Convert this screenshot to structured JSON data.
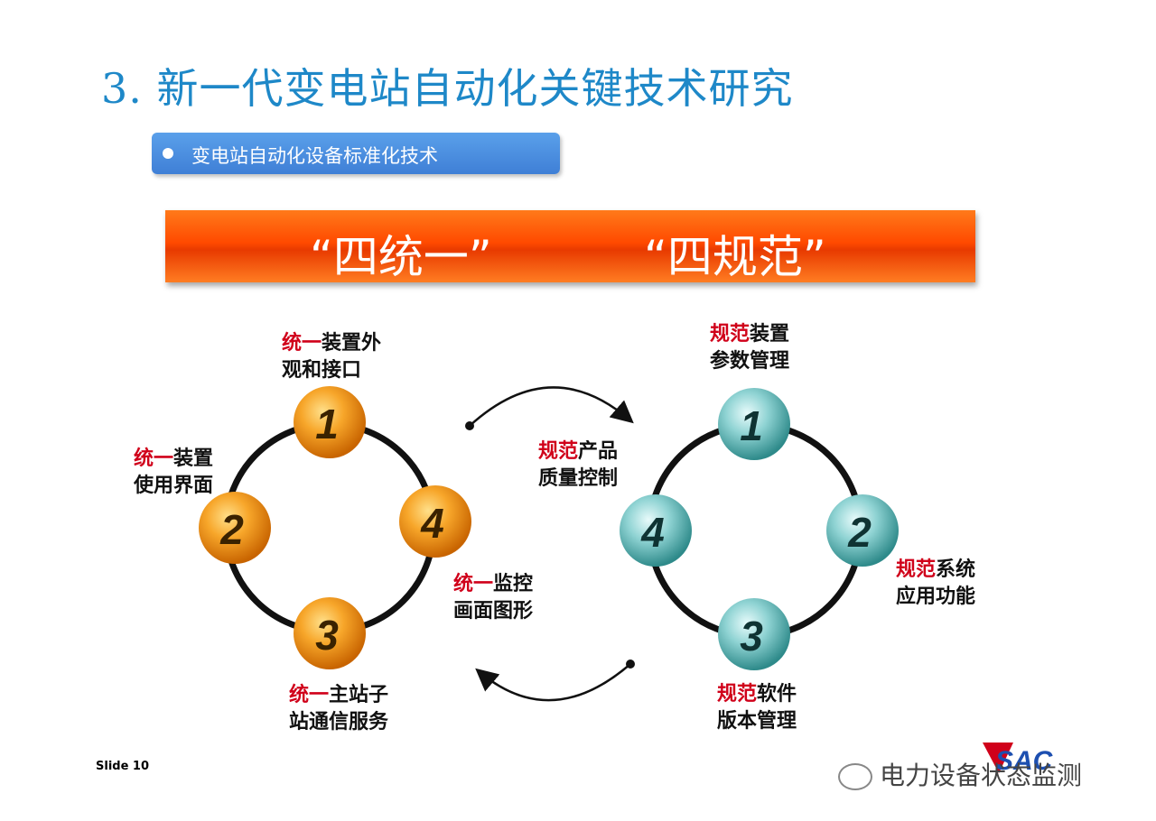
{
  "title": "3. 新一代变电站自动化关键技术研究",
  "bullet": "变电站自动化设备标准化技术",
  "banner": {
    "left": "“四统一”",
    "right": "“四规范”"
  },
  "left_cycle": {
    "nodes": [
      "1",
      "2",
      "3",
      "4"
    ],
    "labels": [
      {
        "red": "统一",
        "rest": "装置外",
        "line2": "观和接口"
      },
      {
        "red": "统一",
        "rest": "装置",
        "line2": "使用界面"
      },
      {
        "red": "统一",
        "rest": "主站子",
        "line2": "站通信服务"
      },
      {
        "red": "统一",
        "rest": "监控",
        "line2": "画面图形"
      }
    ]
  },
  "right_cycle": {
    "nodes": [
      "1",
      "2",
      "3",
      "4"
    ],
    "labels": [
      {
        "red": "规范",
        "rest": "装置",
        "line2": "参数管理"
      },
      {
        "red": "规范",
        "rest": "系统",
        "line2": "应用功能"
      },
      {
        "red": "规范",
        "rest": "软件",
        "line2": "版本管理"
      },
      {
        "red": "规范",
        "rest": "产品",
        "line2": "质量控制"
      }
    ]
  },
  "slide_number": "Slide 10",
  "logo_text": "SAC",
  "watermark": "电力设备状态监测",
  "colors": {
    "title": "#1e88c8",
    "orange": "#f08a10",
    "teal": "#2fa0a0",
    "red": "#d0001a",
    "banner": "#ff5500"
  }
}
